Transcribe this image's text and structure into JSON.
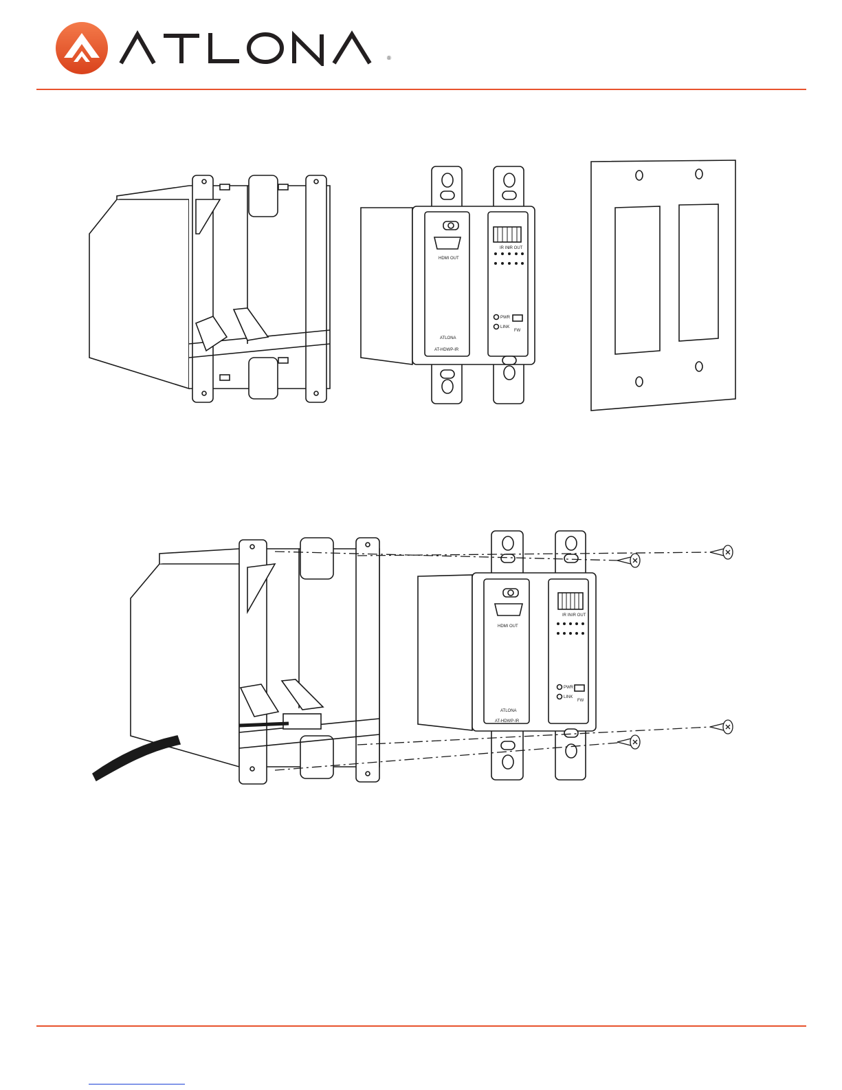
{
  "brand": {
    "name": "ATLONA",
    "registered_mark": "®",
    "accent_color": "#e8522c",
    "text_color": "#231f20"
  },
  "figure_1": {
    "wallplate_labels": {
      "hdmi_out": "HDMI OUT",
      "ir_in": "IR IN",
      "ir_out": "IR OUT",
      "pwr": "PWR",
      "link": "LINK",
      "fw": "FW",
      "model": "AT-HDWP-IR",
      "brand": "ATLONA"
    }
  },
  "figure_2": {
    "wallplate_labels": {
      "hdmi_out": "HDMI OUT",
      "ir_in": "IR IN",
      "ir_out": "IR OUT",
      "pwr": "PWR",
      "link": "LINK",
      "fw": "FW",
      "model": "AT-HDWP-IR",
      "brand": "ATLONA"
    }
  },
  "icons": [
    "atlona-logo-icon",
    "screw-icon",
    "hdmi-port-icon",
    "led-icon"
  ],
  "colors": {
    "rule": "#e8522c",
    "link_underline": "#1a3fd6",
    "line_art": "#1a1a1a"
  }
}
